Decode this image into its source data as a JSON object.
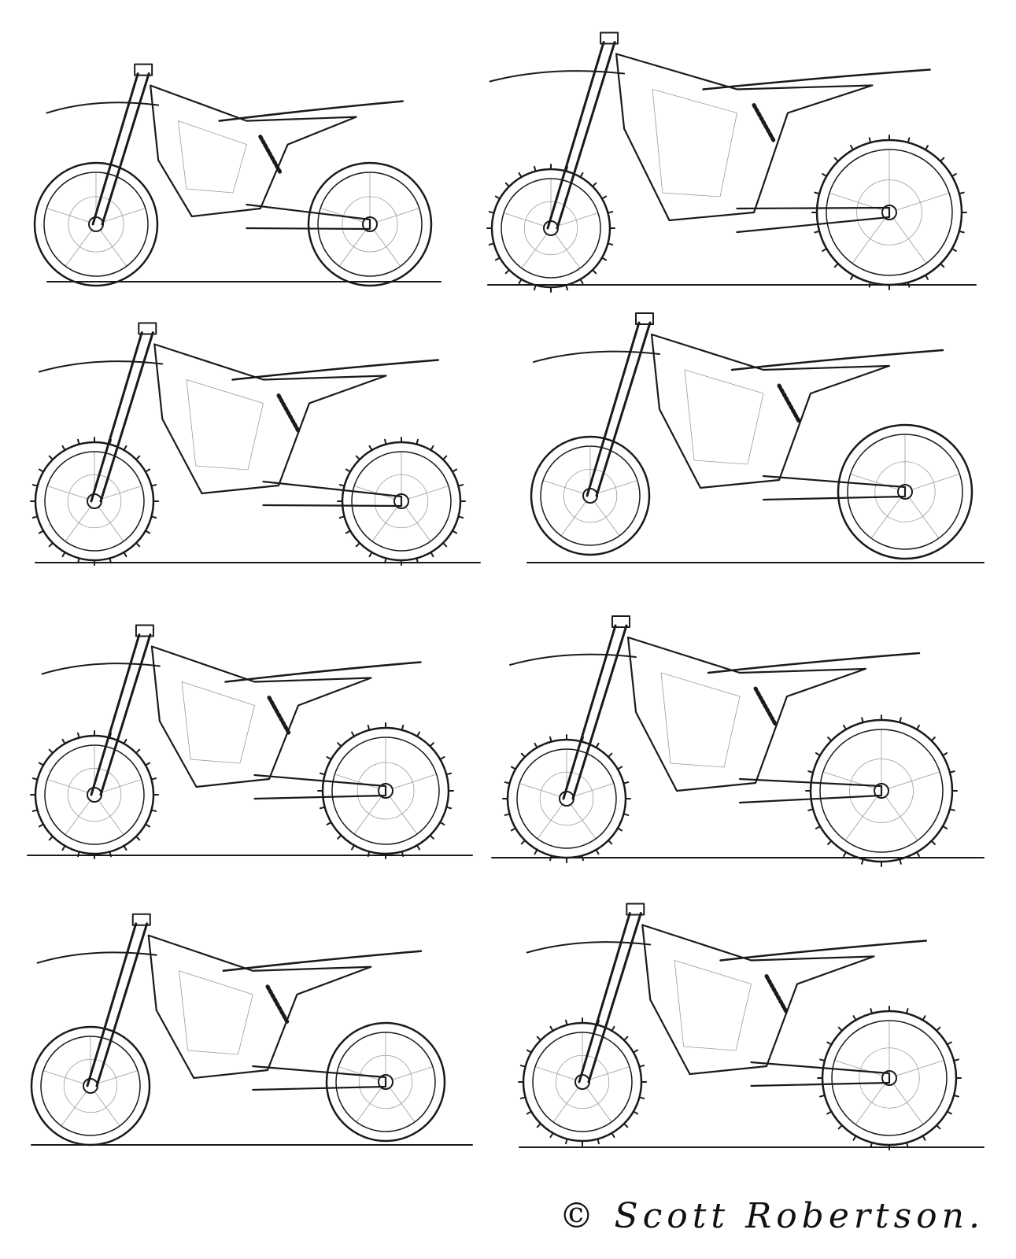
{
  "artwork": {
    "subject": "motorcycle-concept-sketches",
    "sketch_count": 8,
    "ink_color": "#1a1a1a",
    "background_color": "#ffffff"
  },
  "signature": {
    "text": "© Scott Robertson."
  }
}
